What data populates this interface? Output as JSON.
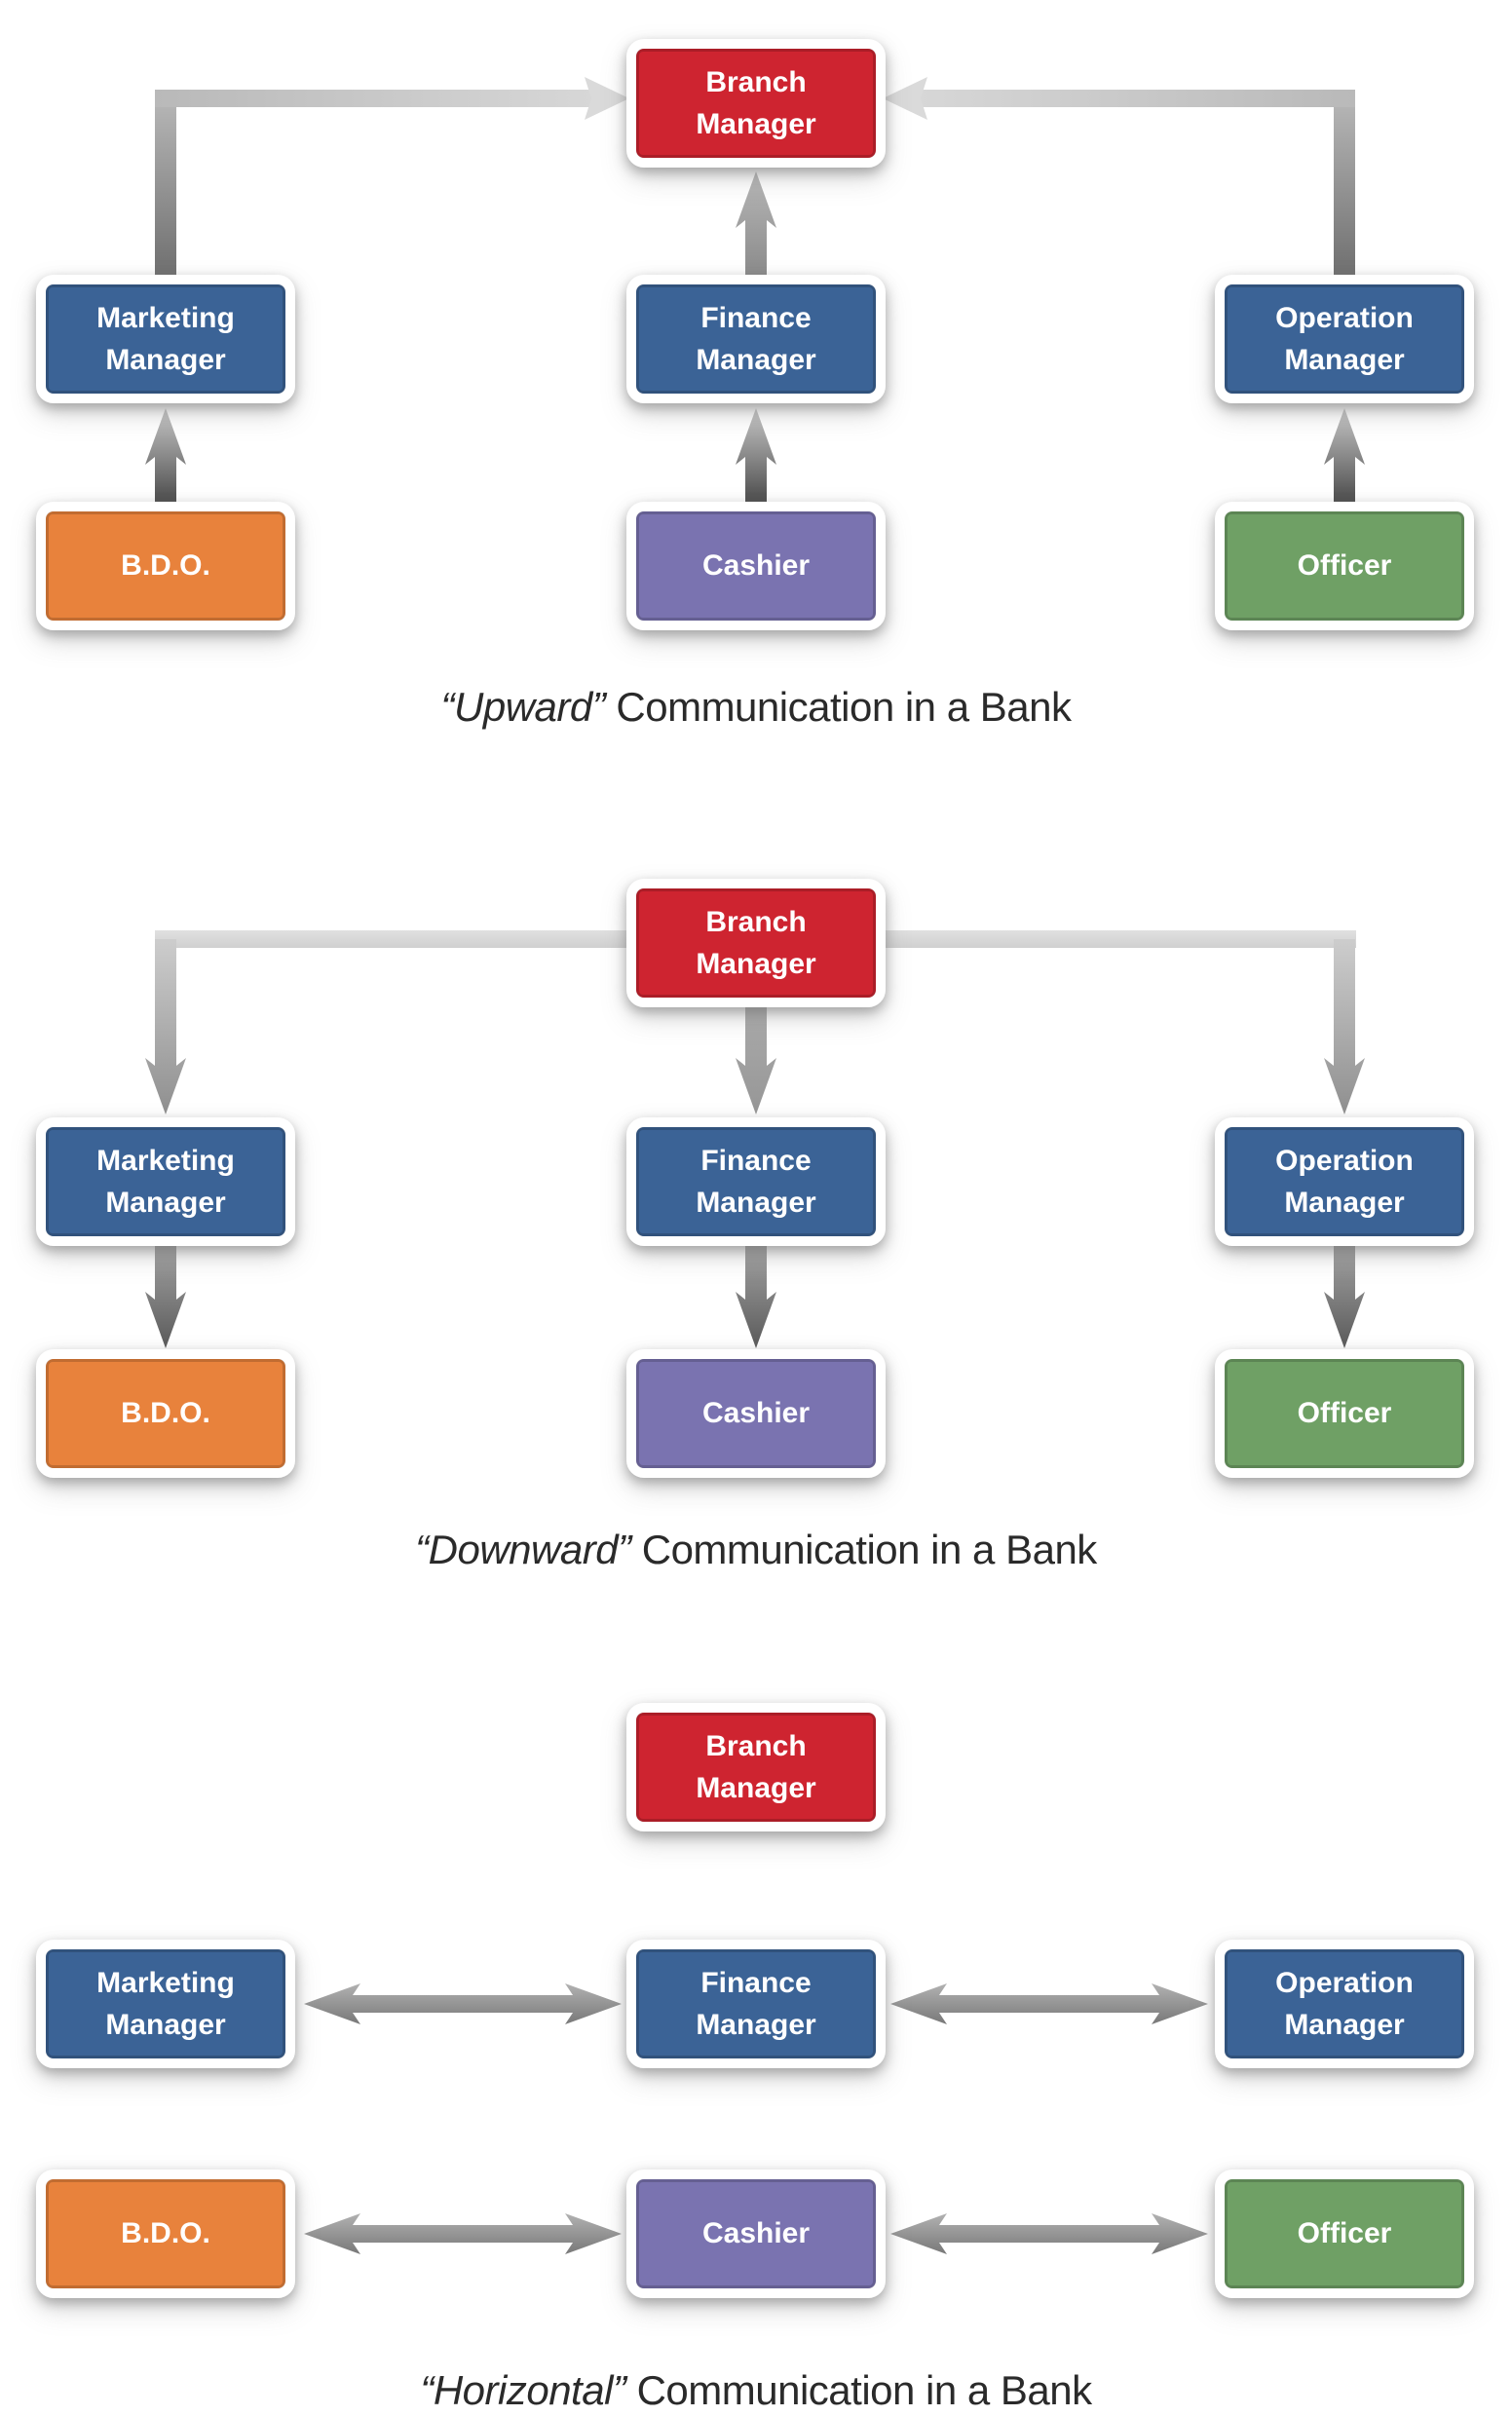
{
  "boxes": {
    "branch": "Branch Manager",
    "marketing": "Marketing Manager",
    "finance": "Finance Manager",
    "operation": "Operation Manager",
    "bdo": "B.D.O.",
    "cashier": "Cashier",
    "officer": "Officer"
  },
  "captions": {
    "upward": {
      "italic": "“Upward”",
      "rest": " Communication in a Bank"
    },
    "downward": {
      "italic": "“Downward”",
      "rest": " Communication in a Bank"
    },
    "horizontal": {
      "italic": "“Horizontal”",
      "rest": " Communication in a Bank"
    }
  },
  "colors": {
    "red": "#ce2430",
    "blue": "#3b6396",
    "orange": "#e8823c",
    "purple": "#7a73b0",
    "green": "#6fa065",
    "box-text": "#ffffff",
    "caption": "#2a2a2a",
    "arrow-light": "#d9d9d9",
    "arrow-mid": "#9a9a9a",
    "arrow-dark": "#4f4f4f"
  }
}
